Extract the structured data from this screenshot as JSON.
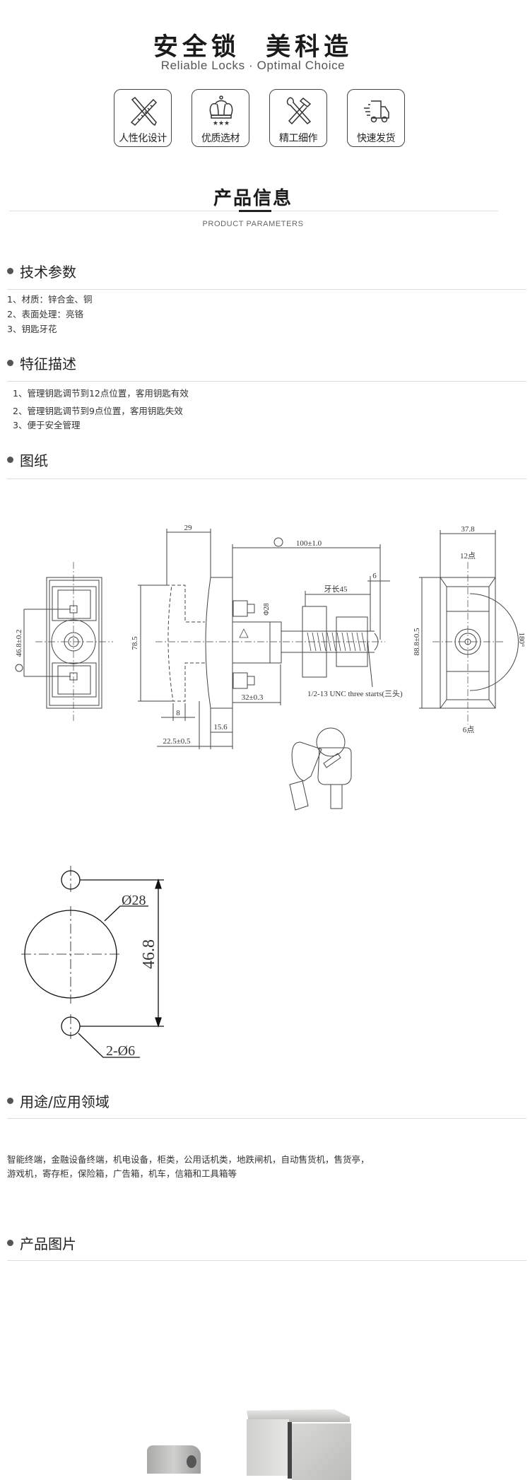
{
  "header": {
    "title": "安全锁  美科造",
    "subtitle": "Reliable Locks · Optimal Choice"
  },
  "features": [
    {
      "label": "人性化设计",
      "icon": "pencil-ruler-icon"
    },
    {
      "label": "优质选材",
      "icon": "crown-icon"
    },
    {
      "label": "精工细作",
      "icon": "wrench-hammer-icon"
    },
    {
      "label": "快速发货",
      "icon": "truck-icon"
    }
  ],
  "product_info": {
    "title": "产品信息",
    "subtitle": "PRODUCT PARAMETERS"
  },
  "sections": {
    "tech": {
      "title": "技术参数",
      "items": [
        "1、材质：锌合金、铜",
        "2、表面处理：亮铬",
        "3、钥匙牙花"
      ]
    },
    "features": {
      "title": "特征描述",
      "items": [
        "1、管理钥匙调节到12点位置，客用钥匙有效",
        "2、管理钥匙调节到9点位置，客用钥匙失效",
        "3、便于安全管理"
      ]
    },
    "drawing": {
      "title": "图纸",
      "labels": {
        "d29": "29",
        "d100": "100±1.0",
        "d6": "6",
        "thread_len": "牙长45",
        "phi28": "Φ28",
        "d785": "78.5",
        "d32": "32±0.3",
        "d8": "8",
        "d156": "15.6",
        "d225": "22.5±0.5",
        "thread": "1/2-13 UNC three starts(三头)",
        "d468tol": "46.8±0.2",
        "d378": "37.8",
        "pos12": "12点",
        "pos6": "6点",
        "d888": "88.8±0.5",
        "angle": "180°",
        "cut_phi28": "Ø28",
        "cut_468": "46.8",
        "cut_holes": "2-Ø6"
      }
    },
    "usage": {
      "title": "用途/应用领域",
      "lines": [
        "智能终端，金融设备终端，机电设备，柜类，公用话机类，地跌闸机，自动售货机，售货亭，",
        "游戏机，寄存柜，保险箱，广告箱，机车，信箱和工具箱等"
      ]
    },
    "photos": {
      "title": "产品图片"
    }
  }
}
